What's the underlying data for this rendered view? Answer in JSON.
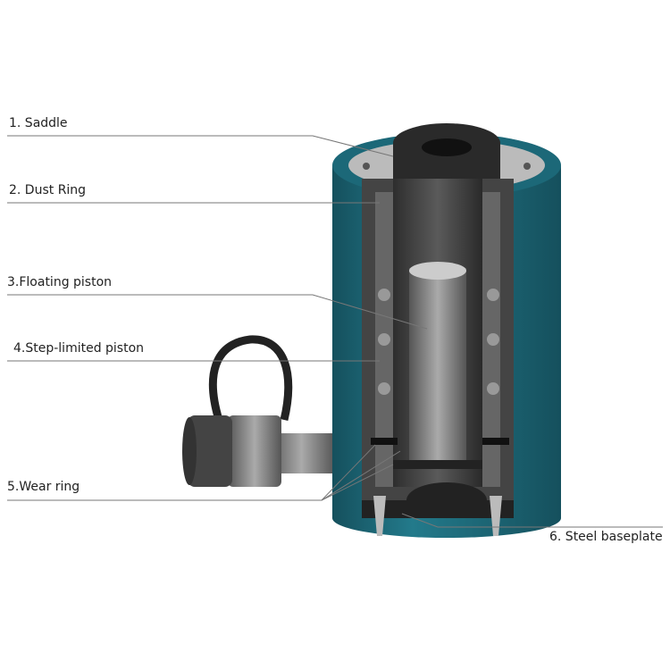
{
  "labels": {
    "saddle": "1. Saddle",
    "dust_ring": "2. Dust Ring",
    "floating_piston": "3.Floating piston",
    "step_limited_piston": "4.Step-limited piston",
    "wear_ring": "5.Wear ring",
    "steel_baseplate": "6. Steel baseplate"
  },
  "colors": {
    "body": "#1f6f80",
    "body_dark": "#16525f",
    "steel": "#8a8a8a",
    "dark_steel": "#3a3a3a",
    "leader": "#777777"
  }
}
